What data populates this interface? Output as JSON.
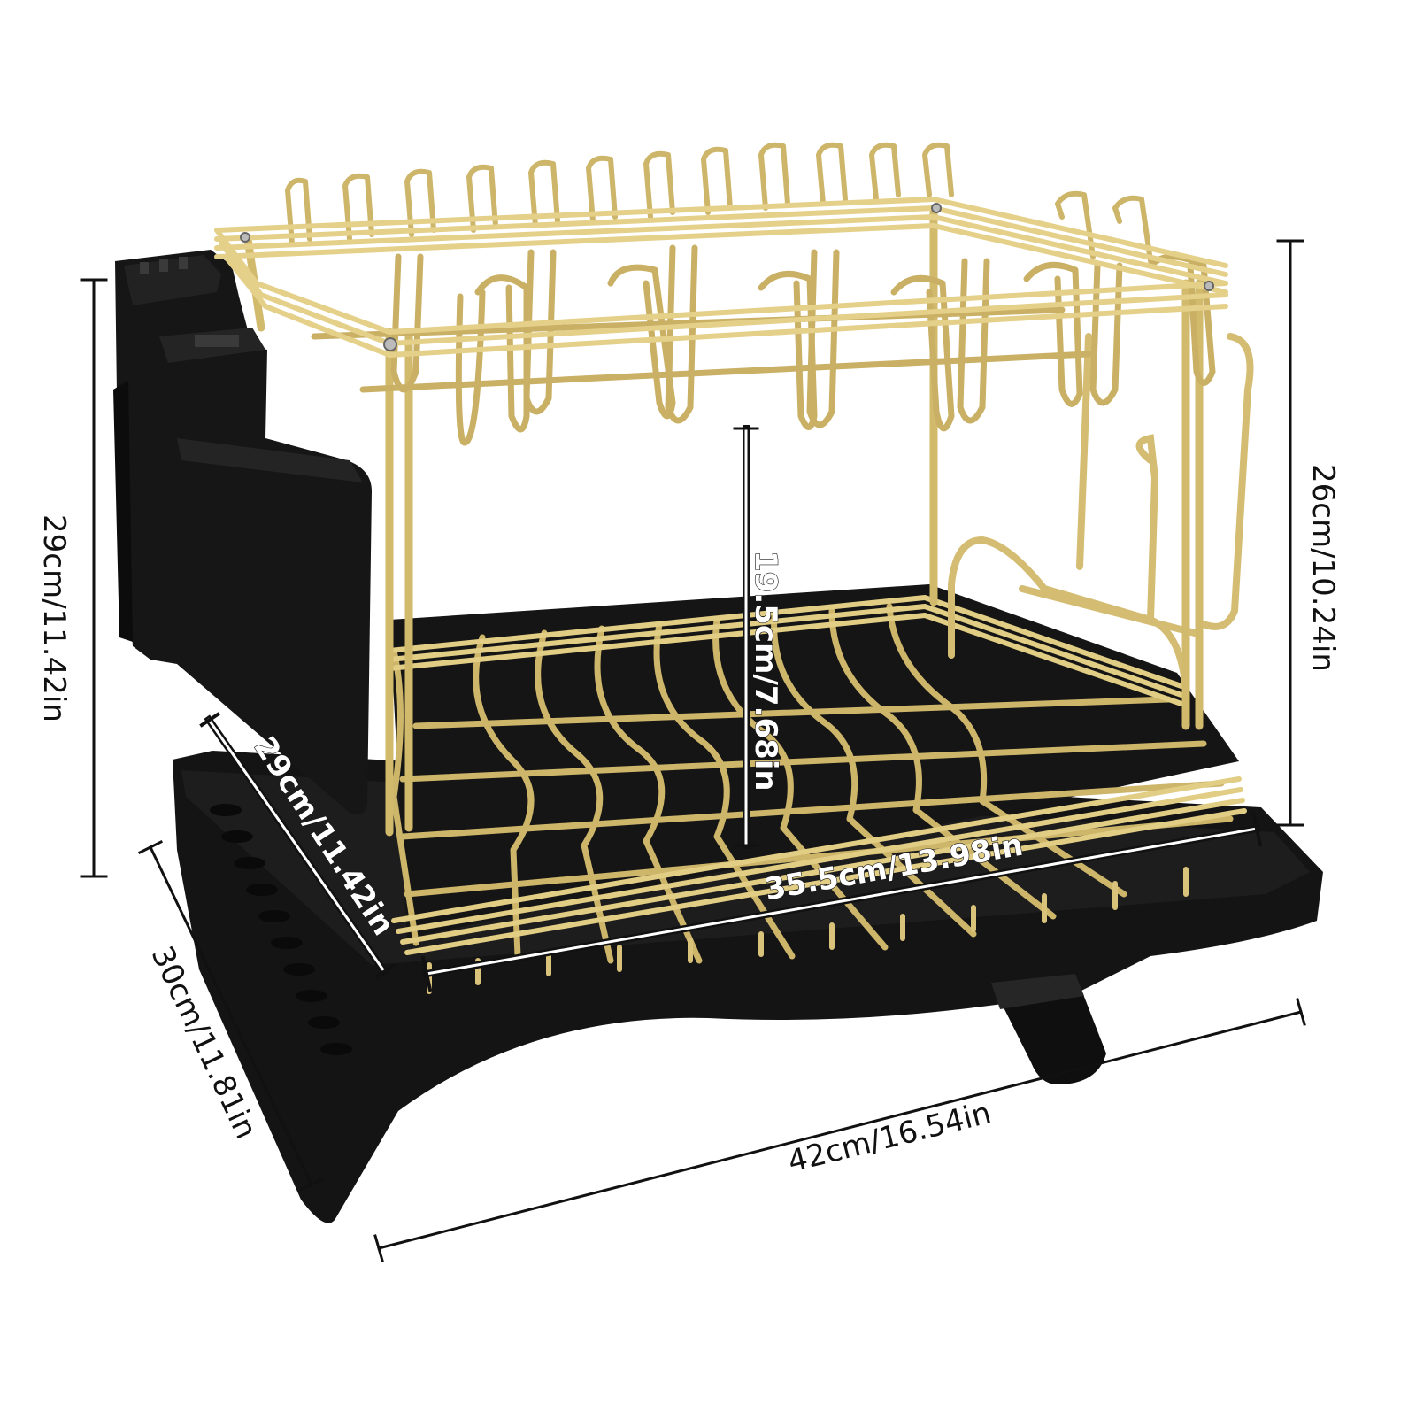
{
  "product": {
    "description_icon": "two-tier-dish-drying-rack",
    "colors": {
      "wire": "#d4bd72",
      "wire_dark": "#a88f45",
      "plastic": "#111111",
      "background": "#ffffff"
    }
  },
  "dimensions": {
    "overall_height": "29cm/11.42in",
    "upper_rack_height": "26cm/10.24in",
    "tier_clearance": "19.5cm/7.68in",
    "basket_depth": "29cm/11.42in",
    "basket_width": "35.5cm/13.98in",
    "tray_depth": "30cm/11.81in",
    "tray_width": "42cm/16.54in"
  }
}
